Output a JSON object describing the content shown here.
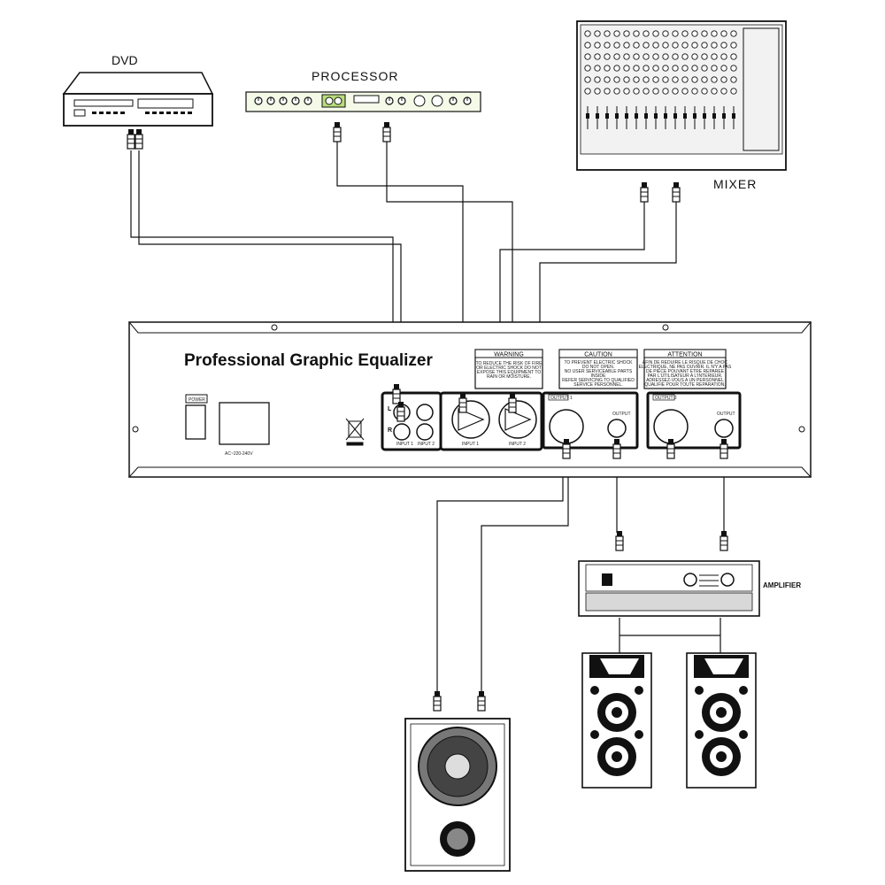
{
  "devices": {
    "dvd": "DVD",
    "processor": "PROCESSOR",
    "mixer": "MIXER",
    "amplifier": "AMPLIFIER"
  },
  "equalizer": {
    "title": "Professional Graphic Equalizer",
    "power_label": "POWER",
    "voltage_label": "AC~220-240V",
    "channel_l": "L",
    "channel_r": "R",
    "input_labels": [
      "INPUT 1",
      "INPUT 2",
      "INPUT 1",
      "INPUT 2"
    ],
    "output_labels": [
      "OUTPUT 1",
      "OUTPUT",
      "OUTPUT 2",
      "OUTPUT"
    ]
  },
  "notices": {
    "warning": {
      "title": "WARNING",
      "lines": [
        "TO REDUCE THE RISK OF FIRE",
        "OR ELECTRIC SHOCK DO NOT",
        "EXPOSE THIS EQUIPMENT TO",
        "RAIN OR MOISTURE."
      ]
    },
    "caution": {
      "title": "CAUTION",
      "lines": [
        "TO PREVENT ELECTRIC SHOCK",
        "DO NOT OPEN.",
        "NO USER SERVICEABLE PARTS",
        "INSIDE",
        "REFER SERVICING TO QUALIFIED",
        "SERVICE PERSONNEL."
      ]
    },
    "attention": {
      "title": "ATTENTION",
      "lines": [
        "AFIN DE REDUIRE LE RISQUE DE CHOC",
        "ELECTRIQUE, NE PAS OUVRIR. IL N'Y A PAS",
        "DE PIECE POUVANT ETRE REPAREE",
        "PAR L'UTILISATEUR A L'INTERIEUR.",
        "ADRESSEZ-VOUS A UN PERSONNEL",
        "QUALIFIE POUR TOUTE REPARATION."
      ]
    }
  }
}
